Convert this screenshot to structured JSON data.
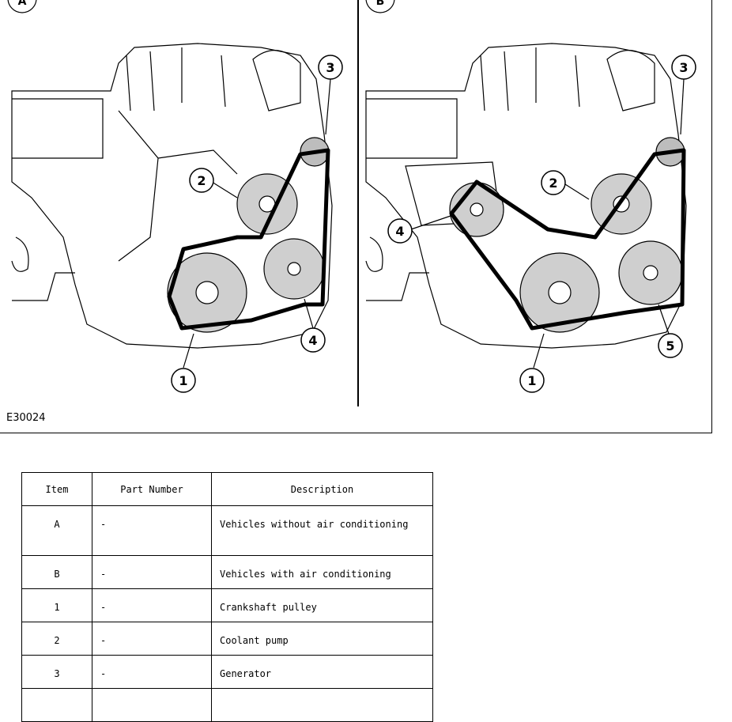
{
  "figure": {
    "id": "E30024",
    "panels": [
      {
        "letter": "A",
        "callouts": [
          "1",
          "2",
          "3",
          "4"
        ]
      },
      {
        "letter": "B",
        "callouts": [
          "1",
          "2",
          "3",
          "4",
          "5"
        ]
      }
    ]
  },
  "table": {
    "headers": [
      "Item",
      "Part Number",
      "Description"
    ],
    "rows": [
      {
        "item": "A",
        "part": "-",
        "desc": "Vehicles without air conditioning"
      },
      {
        "item": "B",
        "part": "-",
        "desc": "Vehicles with air conditioning"
      },
      {
        "item": "1",
        "part": "-",
        "desc": "Crankshaft pulley"
      },
      {
        "item": "2",
        "part": "-",
        "desc": "Coolant pump"
      },
      {
        "item": "3",
        "part": "-",
        "desc": "Generator"
      },
      {
        "item": "",
        "part": "",
        "desc": ""
      }
    ]
  }
}
